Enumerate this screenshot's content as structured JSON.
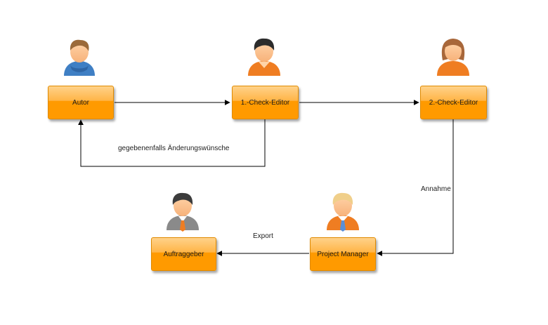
{
  "nodes": {
    "autor": "Autor",
    "check_editor_1": "1.-Check-Editor",
    "check_editor_2": "2.-Check-Editor",
    "project_manager": "Project Manager",
    "auftraggeber": "Auftraggeber"
  },
  "edge_labels": {
    "revisions": "gegebenenfalls Änderungswünsche",
    "acceptance": "Annahme",
    "export": "Export"
  },
  "icons": {
    "autor": "person-blue-hoodie-icon",
    "check_editor_1": "person-orange-dark-hair-icon",
    "check_editor_2": "person-orange-female-icon",
    "project_manager": "person-orange-tie-blond-icon",
    "auftraggeber": "person-grey-suit-icon"
  },
  "colors": {
    "node_fill": "#ff9a00",
    "node_highlight": "#ffd28a",
    "edge": "#000000"
  }
}
